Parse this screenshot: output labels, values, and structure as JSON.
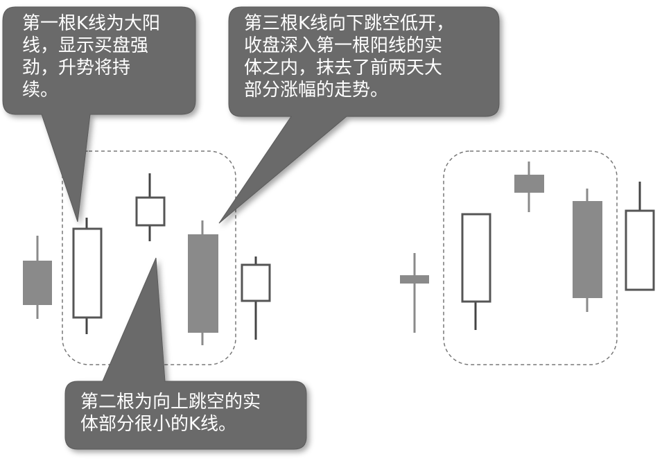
{
  "callouts": [
    {
      "lines": [
        "第一根K线为大阳",
        "线，显示买盘强",
        "劲，升势将持",
        "续。"
      ]
    },
    {
      "lines": [
        "第三根K线向下跳空低开，",
        "收盘深入第一根阳线的实",
        "体之内，抹去了前两天大",
        "部分涨幅的走势。"
      ]
    },
    {
      "lines": [
        "第二根为向上跳空的实",
        "体部分很小的K线。"
      ]
    }
  ],
  "colors": {
    "callout_fill": "#6b6b6b",
    "callout_shadow": "#c9c9c9",
    "candle_stroke": "#555555",
    "bearish_fill": "#8a8a8a",
    "dashed_box": "#777777"
  }
}
